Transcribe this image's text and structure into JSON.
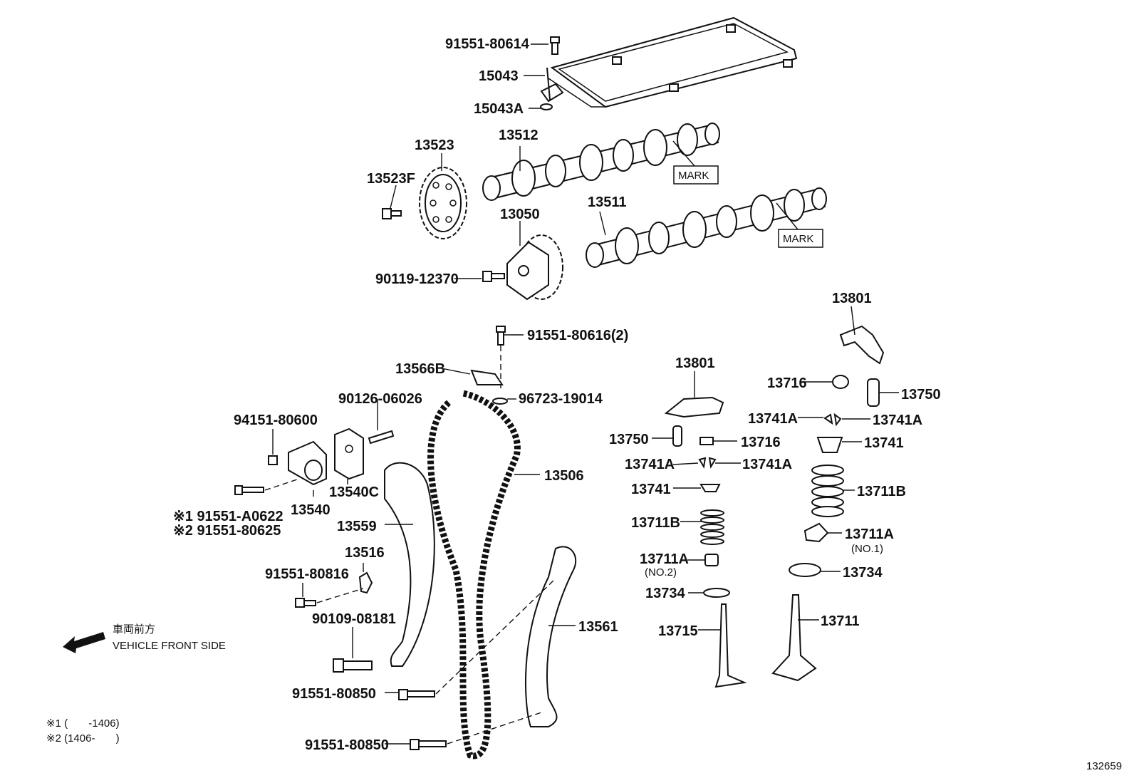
{
  "labels": {
    "p91551_80614": "91551-80614",
    "p15043": "15043",
    "p15043A": "15043A",
    "p13512": "13512",
    "p13523": "13523",
    "p13523F": "13523F",
    "p13511": "13511",
    "p13050": "13050",
    "p90119_12370": "90119-12370",
    "mark1": "MARK",
    "mark2": "MARK",
    "p91551_80616": "91551-80616(2)",
    "p13566B": "13566B",
    "p96723_19014": "96723-19014",
    "p90126_06026": "90126-06026",
    "p94151_80600": "94151-80600",
    "p13540C": "13540C",
    "p13540": "13540",
    "p91551_A0622": "※1 91551-A0622",
    "p91551_80625": "※2 91551-80625",
    "p13506": "13506",
    "p13559": "13559",
    "p13516": "13516",
    "p91551_80816": "91551-80816",
    "p90109_08181": "90109-08181",
    "p13561": "13561",
    "p91551_80850a": "91551-80850",
    "p91551_80850b": "91551-80850",
    "p13801a": "13801",
    "p13801b": "13801",
    "p13716a": "13716",
    "p13750a": "13750",
    "p13741Aa": "13741A",
    "p13741Ab": "13741A",
    "p13741a": "13741",
    "p13750b": "13750",
    "p13716b": "13716",
    "p13741Ac": "13741A",
    "p13741Ad": "13741A",
    "p13741b": "13741",
    "p13711Ba": "13711B",
    "p13711Bb": "13711B",
    "p13711Aa": "13711A",
    "p13711Aa_sub": "(NO.1)",
    "p13711Ab": "13711A",
    "p13711Ab_sub": "(NO.2)",
    "p13734a": "13734",
    "p13734b": "13734",
    "p13711": "13711",
    "p13715": "13715",
    "front_jp": "車両前方",
    "front_en": "VEHICLE FRONT SIDE",
    "note1": "※1 (       -1406)",
    "note2": "※2 (1406-       )",
    "figure_no": "132659"
  },
  "colors": {
    "ink": "#111111",
    "paper": "#ffffff"
  }
}
